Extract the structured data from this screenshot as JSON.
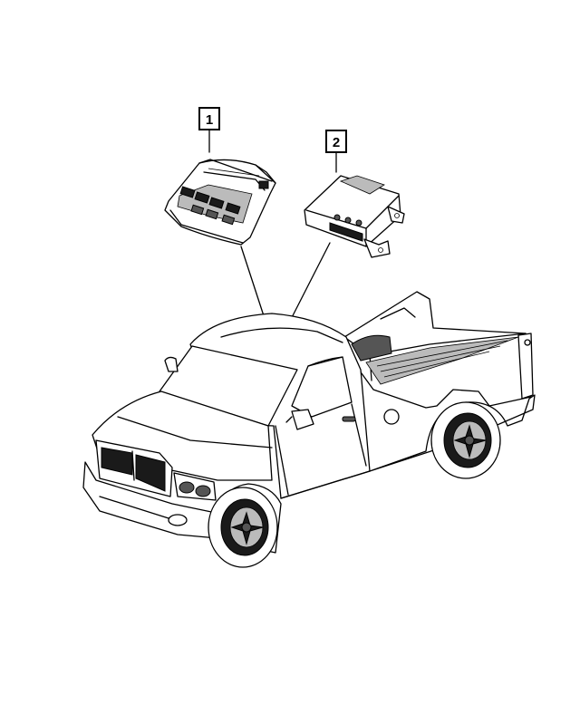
{
  "callouts": [
    {
      "number": "1"
    },
    {
      "number": "2"
    }
  ],
  "parts": [
    {
      "callout": "1",
      "icon": "overhead-console-icon"
    },
    {
      "callout": "2",
      "icon": "control-module-icon"
    }
  ],
  "vehicle": {
    "icon": "pickup-truck-icon"
  },
  "colors": {
    "line": "#000000",
    "background": "#ffffff"
  }
}
